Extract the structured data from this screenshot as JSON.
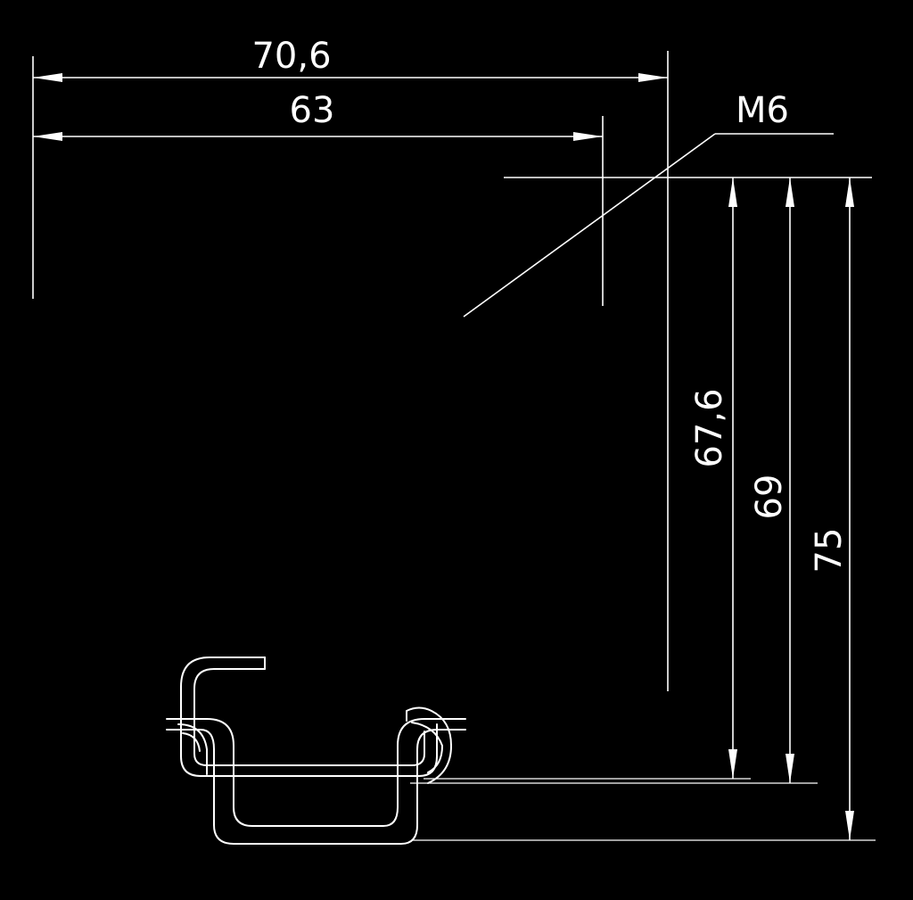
{
  "drawing": {
    "dimensions": {
      "overall_width": "70,6",
      "inner_width": "63",
      "thread": "M6",
      "height_a": "67,6",
      "height_b": "69",
      "height_c": "75"
    },
    "colors": {
      "background": "#000000",
      "lines": "#ffffff"
    }
  }
}
